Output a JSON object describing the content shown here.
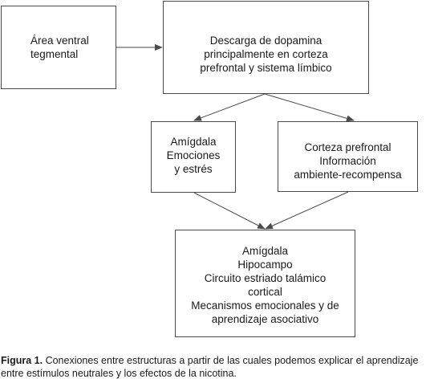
{
  "nodes": {
    "vta": {
      "lines": [
        "Área ventral",
        "tegmental"
      ]
    },
    "dopamina": {
      "lines": [
        "Descarga de dopamina",
        "principalmente en corteza",
        "prefrontal y sistema límbico"
      ]
    },
    "amigdala_emociones": {
      "lines": [
        "Amígdala",
        "Emociones",
        "y estrés"
      ]
    },
    "corteza_prefrontal": {
      "lines": [
        "Corteza prefrontal",
        "Información",
        "ambiente-recompensa"
      ]
    },
    "estructuras": {
      "lines": [
        "Amígdala",
        "Hipocampo",
        "Circuito estriado talámico",
        "cortical",
        "Mecanismos emocionales y de",
        "aprendizaje asociativo"
      ]
    }
  },
  "edges": [
    {
      "from": "vta",
      "to": "dopamina"
    },
    {
      "from": "dopamina",
      "to": "amigdala_emociones"
    },
    {
      "from": "dopamina",
      "to": "corteza_prefrontal"
    },
    {
      "from": "amigdala_emociones",
      "to": "estructuras"
    },
    {
      "from": "corteza_prefrontal",
      "to": "estructuras"
    }
  ],
  "caption": {
    "label": "Figura 1.",
    "text": " Conexiones entre estructuras a partir de las cuales podemos explicar el aprendizaje entre estímulos neutrales y los efectos de la nicotina."
  },
  "colors": {
    "stroke": "#4a4a4a",
    "text": "#1a1a1a"
  }
}
